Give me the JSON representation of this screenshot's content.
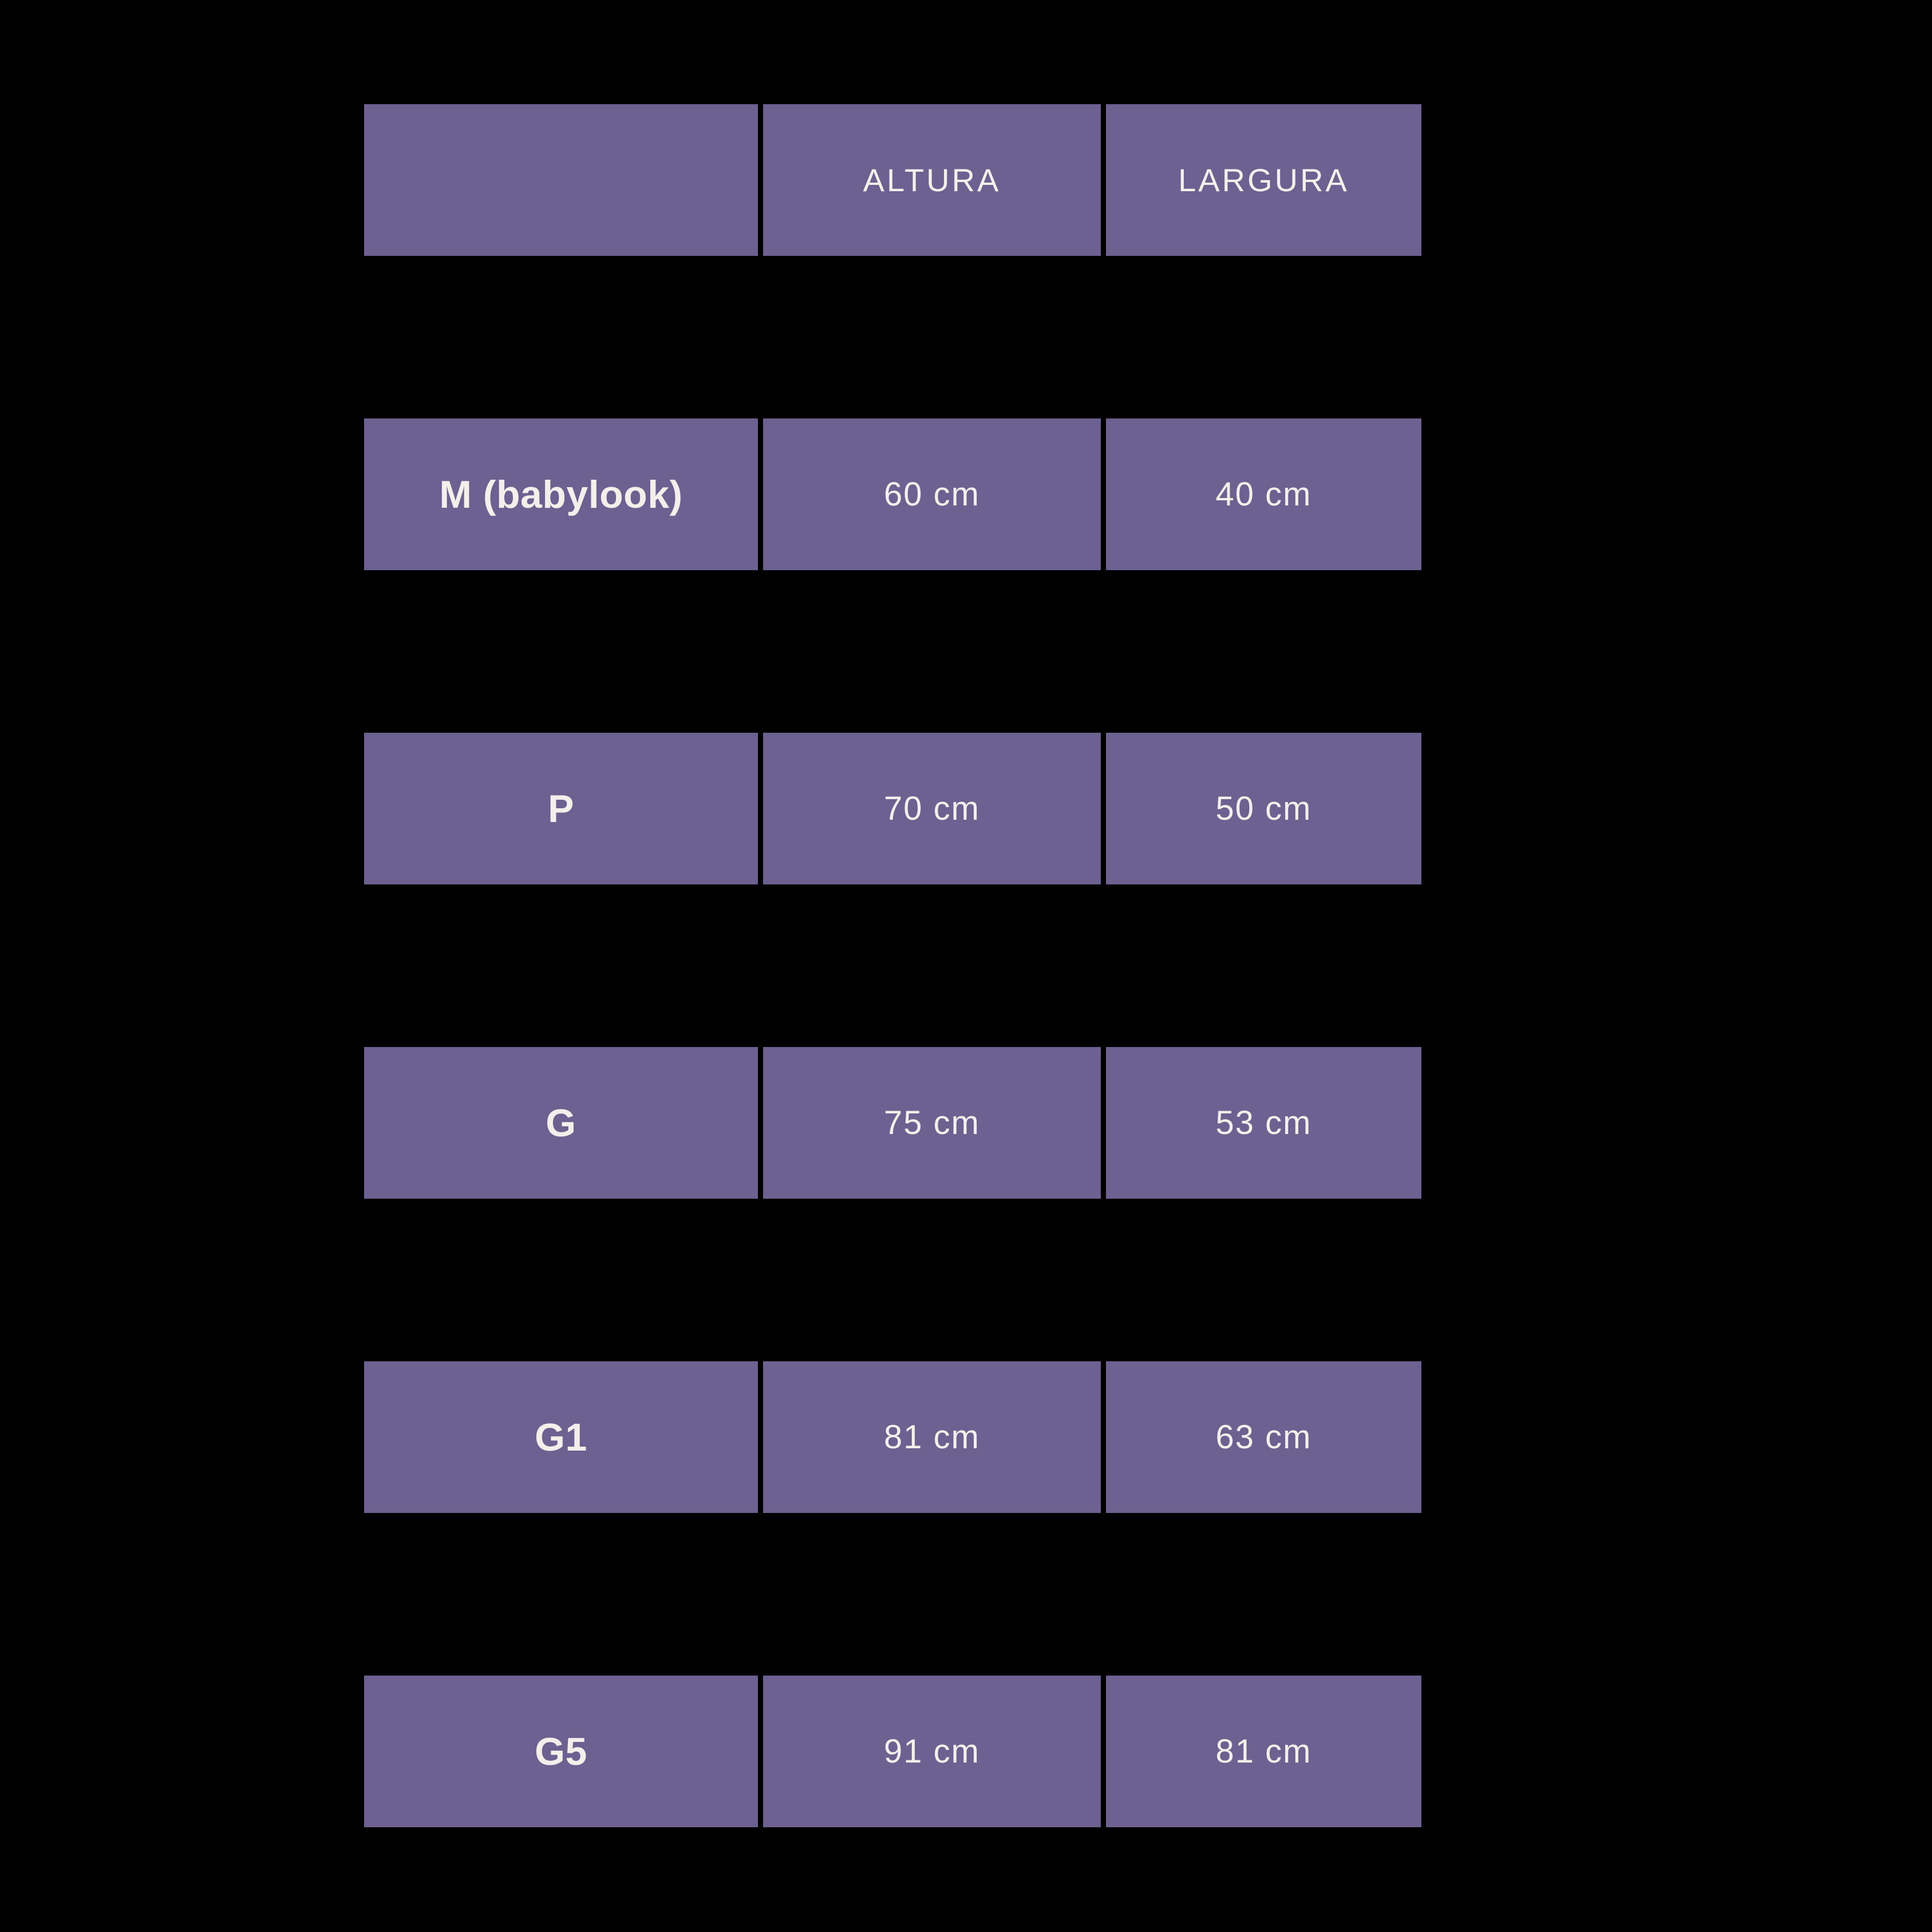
{
  "chart_data": {
    "type": "table",
    "columns": [
      "",
      "ALTURA",
      "LARGURA"
    ],
    "rows": [
      {
        "label": "M (babylook)",
        "values": [
          "60 cm",
          "40 cm"
        ]
      },
      {
        "label": "P",
        "values": [
          "70 cm",
          "50 cm"
        ]
      },
      {
        "label": "G",
        "values": [
          "75 cm",
          "53 cm"
        ]
      },
      {
        "label": "G1",
        "values": [
          "81 cm",
          "63 cm"
        ]
      },
      {
        "label": "G5",
        "values": [
          "91 cm",
          "81 cm"
        ]
      }
    ],
    "layout_hints": {
      "grid": "off",
      "header_position": "top",
      "separated_cells": true
    }
  },
  "colors": {
    "background": "#000000",
    "cell_bg": "#6c6190",
    "text": "#f4efeb"
  }
}
